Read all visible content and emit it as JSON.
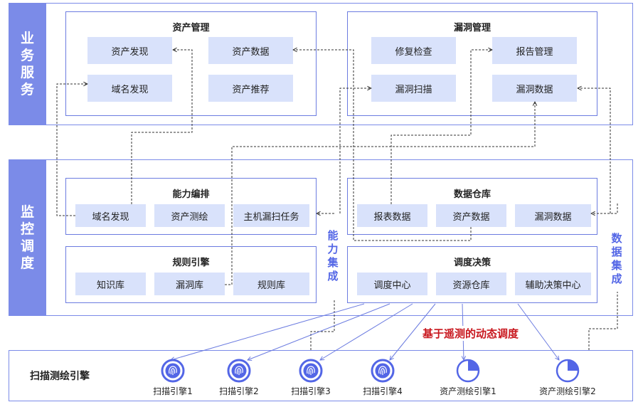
{
  "layers": {
    "business": {
      "label": "业务服务"
    },
    "monitor": {
      "label": "监控调度"
    },
    "engine": {
      "label": "扫描测绘引擎"
    }
  },
  "asset_mgmt": {
    "title": "资产管理",
    "items": [
      "资产发现",
      "资产数据",
      "域名发现",
      "资产推荐"
    ]
  },
  "vuln_mgmt": {
    "title": "漏洞管理",
    "items": [
      "修复检查",
      "报告管理",
      "漏洞扫描",
      "漏洞数据"
    ]
  },
  "orchestration": {
    "title": "能力编排",
    "items": [
      "域名发现",
      "资产测绘",
      "主机漏扫任务"
    ]
  },
  "warehouse": {
    "title": "数据仓库",
    "items": [
      "报表数据",
      "资产数据",
      "漏洞数据"
    ]
  },
  "rules": {
    "title": "规则引擎",
    "items": [
      "知识库",
      "漏洞库",
      "规则库"
    ]
  },
  "decision": {
    "title": "调度决策",
    "items": [
      "调度中心",
      "资源仓库",
      "辅助决策中心"
    ]
  },
  "labels": {
    "capability_integration": "能力集成",
    "data_integration": "数据集成",
    "dynamic_scheduling": "基于遥测的动态调度"
  },
  "engines": [
    {
      "label": "扫描引擎1",
      "icon": "fingerprint-icon"
    },
    {
      "label": "扫描引擎2",
      "icon": "fingerprint-icon"
    },
    {
      "label": "扫描引擎3",
      "icon": "fingerprint-icon"
    },
    {
      "label": "扫描引擎4",
      "icon": "fingerprint-icon"
    },
    {
      "label": "资产测绘引擎1",
      "icon": "pie-chart-icon"
    },
    {
      "label": "资产测绘引擎2",
      "icon": "pie-chart-icon"
    }
  ],
  "colors": {
    "accent": "#7b8be8",
    "cell": "#d9e2fb",
    "highlight": "#c8161d",
    "title_text": "#5366e6"
  }
}
